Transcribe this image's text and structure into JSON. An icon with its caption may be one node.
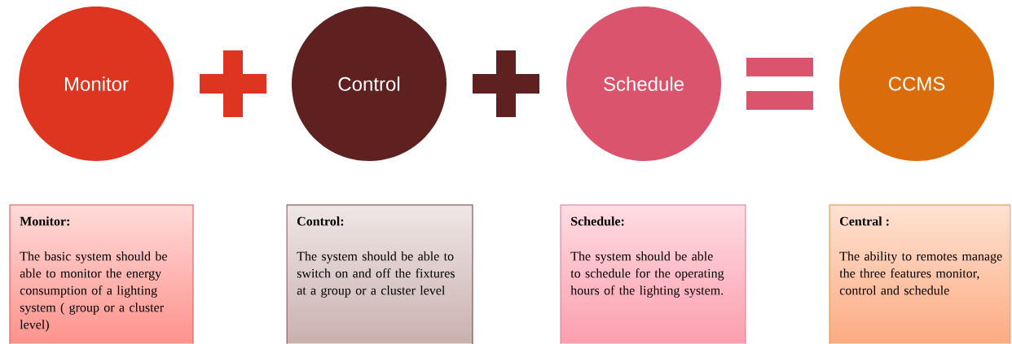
{
  "diagram": {
    "nodes": [
      {
        "text": [
          "Monitor"
        ]
      },
      {
        "text": [
          "Control"
        ]
      },
      {
        "text": [
          "Schedule"
        ]
      },
      {
        "text": [
          "CCMS"
        ]
      },
      {
        "text": [
          "Monitor:",
          "The basic system should be able to monitor the energy consumption of a lighting system ( group or a cluster level)"
        ]
      },
      {
        "text": [
          "Control:",
          "The system should be able to switch on and off the fixtures at a group or a cluster level"
        ]
      },
      {
        "text": [
          "Schedule:",
          "The system should be able to schedule for the operating hours of the lighting system."
        ]
      },
      {
        "text": [
          "Central :",
          "The ability to remotes manage the three features monitor, control and schedule"
        ]
      }
    ]
  }
}
